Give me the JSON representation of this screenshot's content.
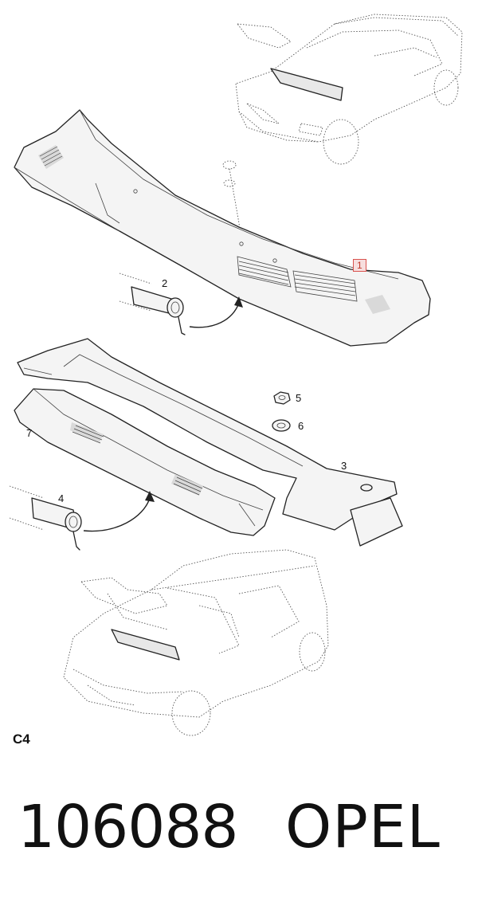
{
  "callouts": [
    {
      "id": "1",
      "label": "1"
    },
    {
      "id": "2",
      "label": "2"
    },
    {
      "id": "3",
      "label": "3"
    },
    {
      "id": "4",
      "label": "4"
    },
    {
      "id": "5",
      "label": "5"
    },
    {
      "id": "6",
      "label": "6"
    },
    {
      "id": "7",
      "label": "7"
    }
  ],
  "section_code": "C4",
  "footer": {
    "part_number": "106088",
    "brand": "OPEL"
  },
  "highlight_color": "#d9534f"
}
